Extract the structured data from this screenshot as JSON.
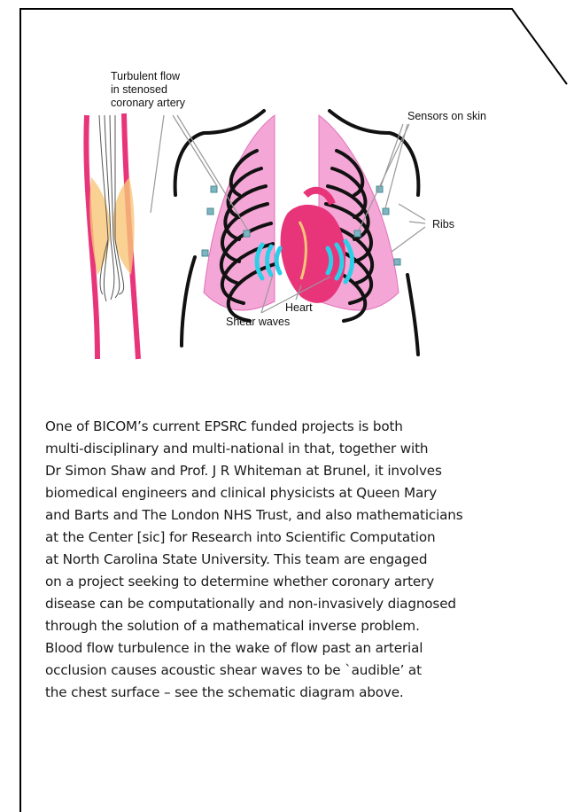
{
  "figure": {
    "labels": {
      "artery_line1": "Turbulent flow",
      "artery_line2": "in stenosed",
      "artery_line3": "coronary artery",
      "sensors": "Sensors on skin",
      "ribs": "Ribs",
      "heart": "Heart",
      "shear": "Shear waves"
    }
  },
  "body_text": "One of BICOM’s current EPSRC funded projects is both\nmulti-disciplinary and multi-national in that, together with\nDr Simon Shaw and Prof. J R Whiteman at Brunel, it involves\nbiomedical engineers and clinical physicists at Queen Mary\nand Barts and The London NHS Trust, and also mathematicians\nat the Center [sic] for Research into Scientific Computation\nat North Carolina State University. This team are engaged\non a project seeking to determine whether coronary artery\ndisease can be computationally and non-invasively diagnosed\nthrough the solution of a mathematical inverse problem.\nBlood flow turbulence in the wake of flow past an arterial\nocclusion causes acoustic shear waves to be `audible’ at\nthe chest surface – see the schematic diagram above."
}
